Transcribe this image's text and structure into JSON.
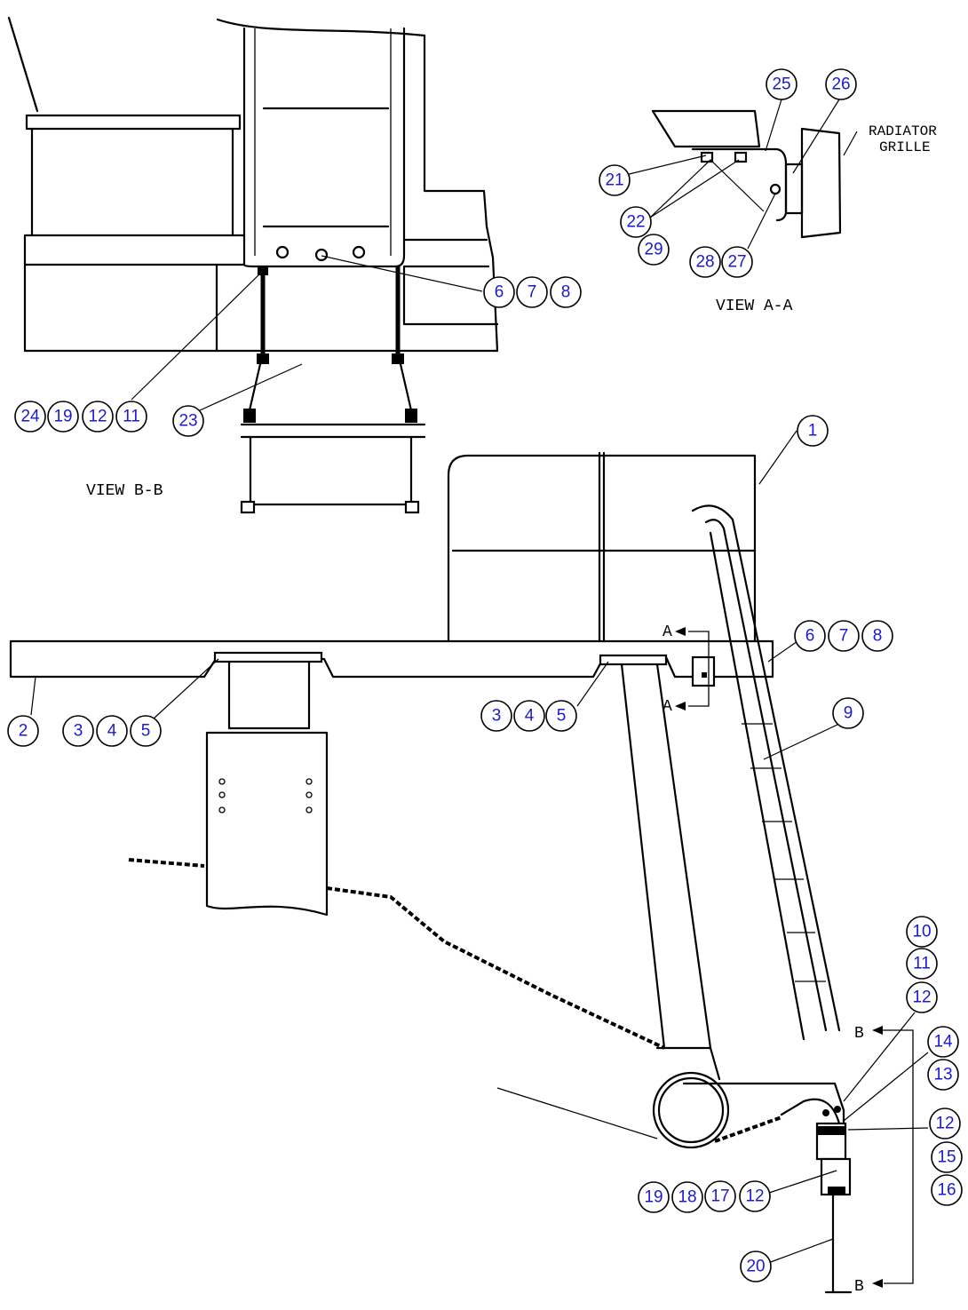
{
  "views": {
    "view_a": "VIEW A-A",
    "view_b": "VIEW B-B"
  },
  "labels": {
    "radiator_line1": "RADIATOR",
    "radiator_line2": "GRILLE",
    "section_a": "A",
    "section_b": "B"
  },
  "callouts": [
    "1",
    "2",
    "3",
    "4",
    "5",
    "6",
    "7",
    "8",
    "9",
    "10",
    "11",
    "12",
    "13",
    "14",
    "15",
    "16",
    "17",
    "18",
    "19",
    "20",
    "21",
    "22",
    "23",
    "24",
    "25",
    "26",
    "27",
    "28",
    "29"
  ],
  "colors": {
    "callout_text": "#1a1ad6",
    "line": "#000000",
    "background": "#ffffff"
  }
}
